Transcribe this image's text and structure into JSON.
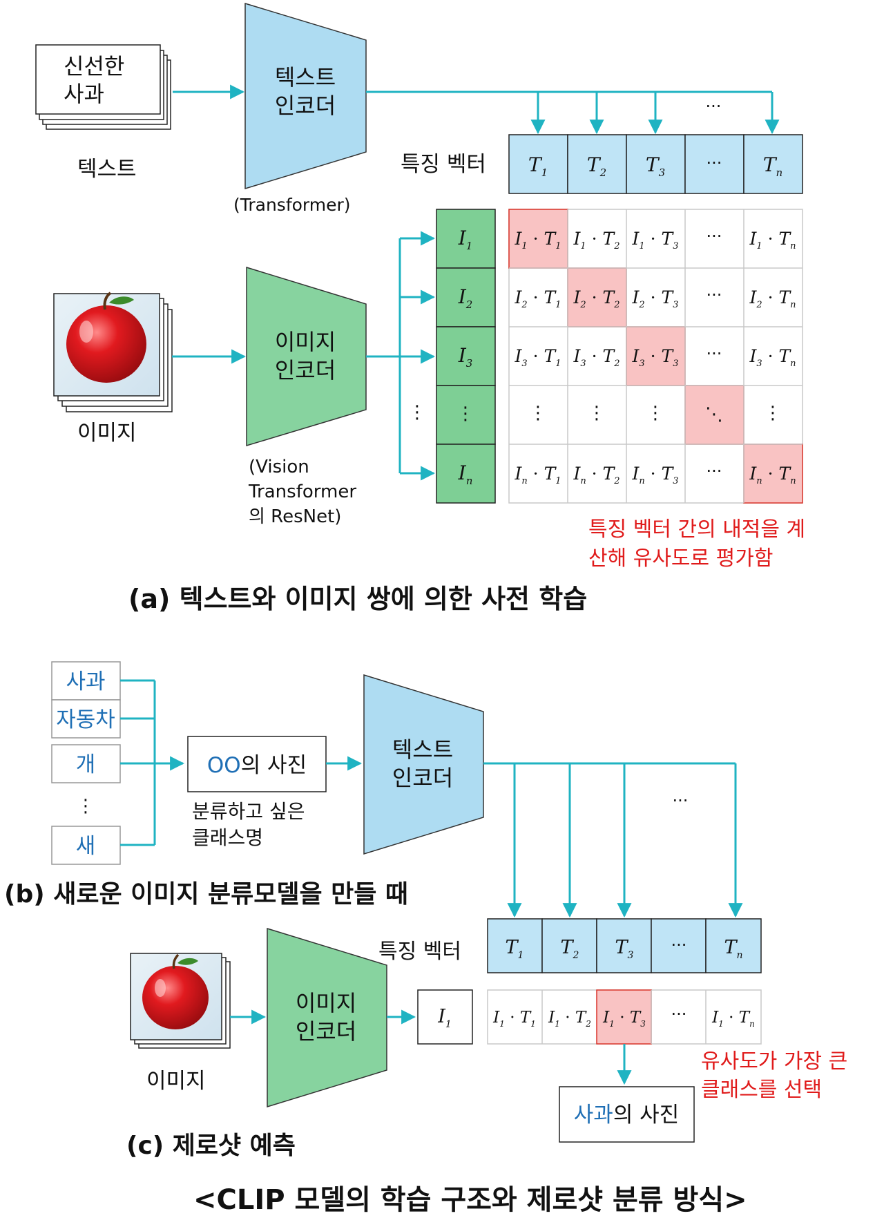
{
  "colors": {
    "arrow": "#1fb3c2",
    "encoder_text": "#aedcf2",
    "encoder_image": "#87d39f",
    "feature_cell": "#bfe4f6",
    "image_feature_cell": "#7ecf95",
    "highlight": "#f9c3c3",
    "highlight_border": "#d9342b",
    "red_text": "#e01b1b",
    "blue_text": "#1f6fb5",
    "apple_red": "#d81418"
  },
  "part_a": {
    "text_card": [
      "신선한",
      "사과"
    ],
    "text_label": "텍스트",
    "text_encoder": [
      "텍스트",
      "인코더"
    ],
    "text_encoder_note": "(Transformer)",
    "image_label": "이미지",
    "image_encoder": [
      "이미지",
      "인코더"
    ],
    "image_encoder_note": [
      "(Vision",
      "Transformer",
      "의 ResNet)"
    ],
    "feature_label": "특징 벡터",
    "ellipsis": "···",
    "vdots": "⋮",
    "ddots": "⋱",
    "annotation": [
      "특징 벡터 간의 내적을 계",
      "산해 유사도로 평가함"
    ],
    "caption": "(a) 텍스트와 이미지 쌍에 의한 사전 학습"
  },
  "part_b": {
    "classes": [
      "사과",
      "자동차",
      "개",
      "⋮",
      "새"
    ],
    "template_prefix": "OO",
    "template_suffix": "의 사진",
    "template_note": [
      "분류하고 싶은",
      "클래스명"
    ],
    "text_encoder": [
      "텍스트",
      "인코더"
    ],
    "ellipsis": "···",
    "caption": "(b) 새로운 이미지 분류모델을 만들 때"
  },
  "part_c": {
    "image_label": "이미지",
    "image_encoder": [
      "이미지",
      "인코더"
    ],
    "feature_label": "특징 벡터",
    "ellipsis": "···",
    "result_prefix": "사과",
    "result_suffix": "의 사진",
    "annotation": [
      "유사도가 가장 큰",
      "클래스를 선택"
    ],
    "caption": "(c) 제로샷 예측"
  },
  "figure_title": "<CLIP 모델의 학습 구조와 제로샷 분류 방식>"
}
